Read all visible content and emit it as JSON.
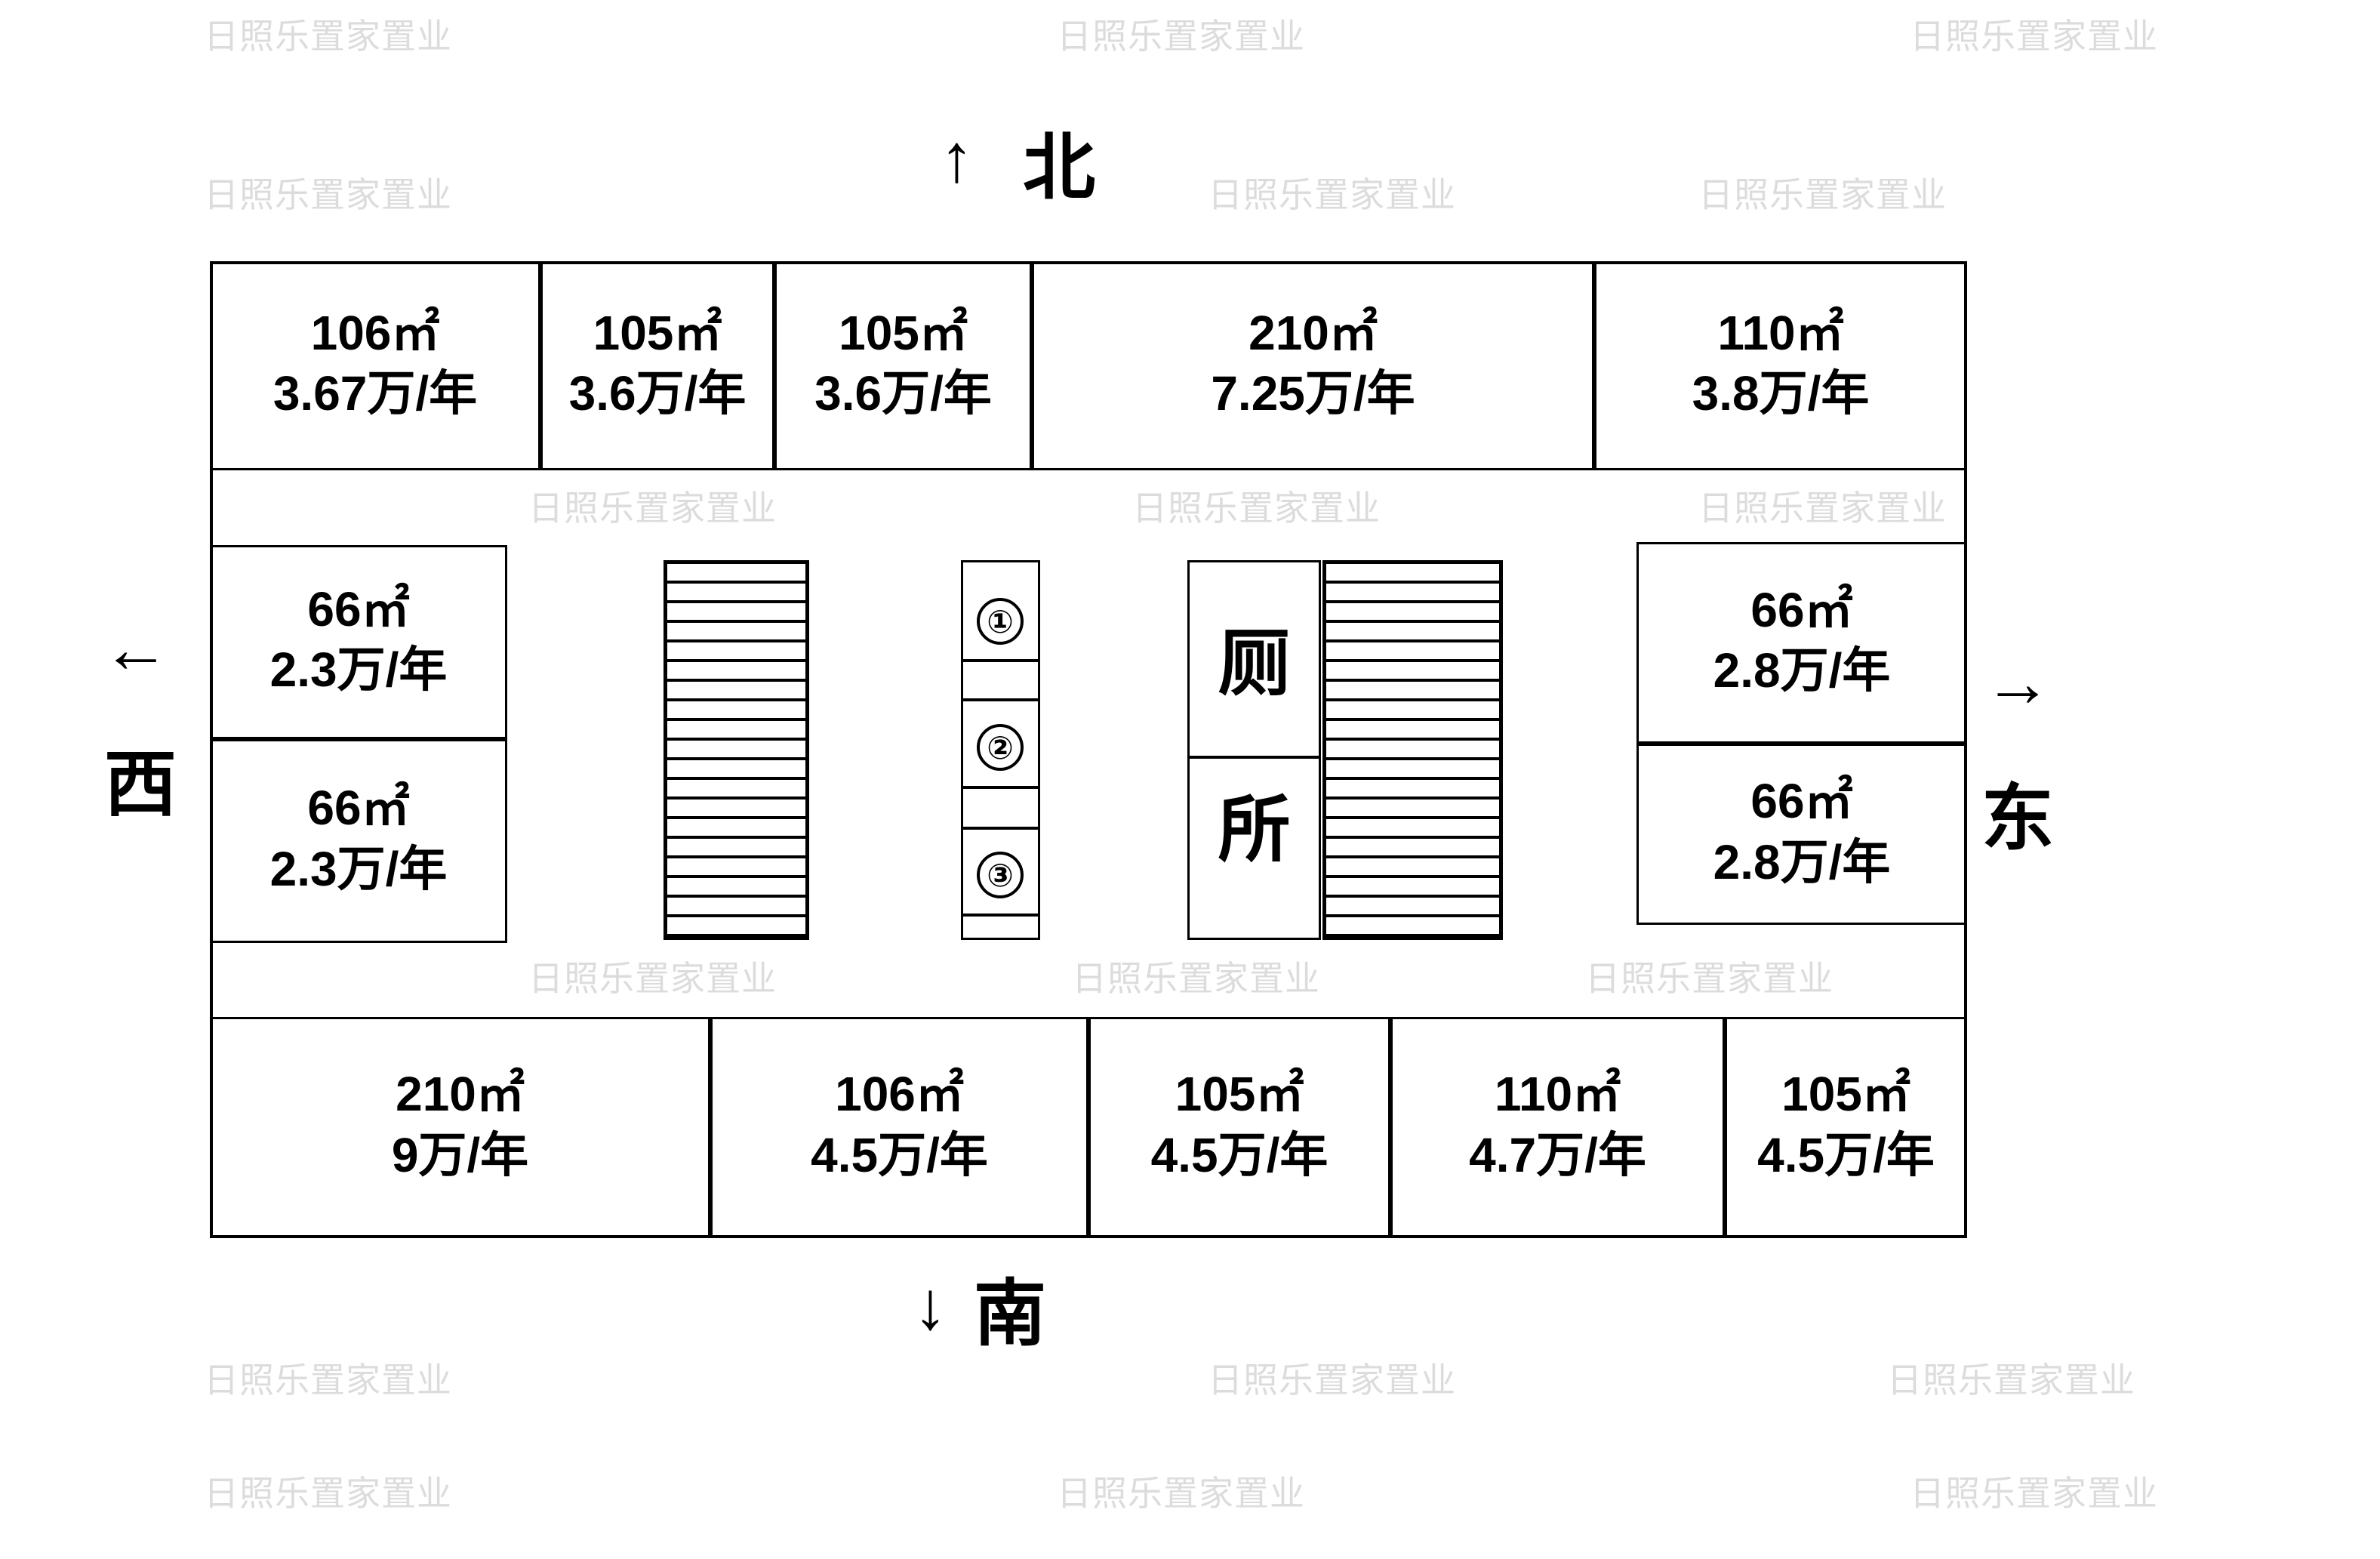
{
  "watermark": "日照乐置家置业",
  "directions": {
    "north": "北",
    "south": "南",
    "west": "西",
    "east": "东",
    "north_arrow": "↑",
    "south_arrow": "↓",
    "west_arrow": "←",
    "east_arrow": "→"
  },
  "rooms": {
    "north": [
      {
        "area": "106㎡",
        "rent": "3.67万/年"
      },
      {
        "area": "105㎡",
        "rent": "3.6万/年"
      },
      {
        "area": "105㎡",
        "rent": "3.6万/年"
      },
      {
        "area": "210㎡",
        "rent": "7.25万/年"
      },
      {
        "area": "110㎡",
        "rent": "3.8万/年"
      }
    ],
    "west": [
      {
        "area": "66㎡",
        "rent": "2.3万/年"
      },
      {
        "area": "66㎡",
        "rent": "2.3万/年"
      }
    ],
    "east": [
      {
        "area": "66㎡",
        "rent": "2.8万/年"
      },
      {
        "area": "66㎡",
        "rent": "2.8万/年"
      }
    ],
    "south": [
      {
        "area": "210㎡",
        "rent": "9万/年"
      },
      {
        "area": "106㎡",
        "rent": "4.5万/年"
      },
      {
        "area": "105㎡",
        "rent": "4.5万/年"
      },
      {
        "area": "110㎡",
        "rent": "4.7万/年"
      },
      {
        "area": "105㎡",
        "rent": "4.5万/年"
      }
    ]
  },
  "elevators": [
    "①",
    "②",
    "③"
  ],
  "toilet": {
    "char1": "厕",
    "char2": "所"
  }
}
